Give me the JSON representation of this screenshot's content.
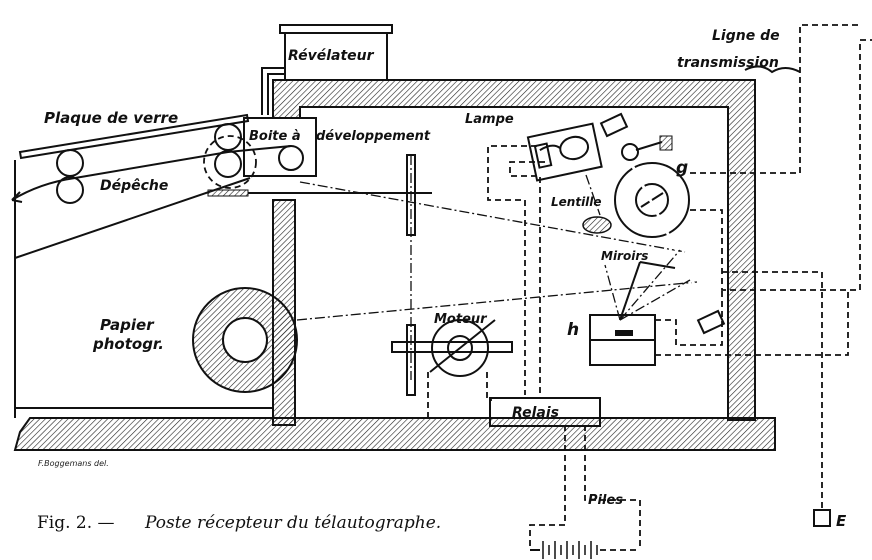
{
  "figure": {
    "caption_prefix": "Fig. 2. —",
    "caption_title": "Poste récepteur du télautographe.",
    "signature": "F.Boggemans del."
  },
  "labels": {
    "revelateur": "Révélateur",
    "ligne_1": "Ligne de",
    "ligne_2": "transmission",
    "plaque": "Plaque de verre",
    "boite": "Boite à",
    "developpement": "développement",
    "depeche": "Dépêche",
    "lampe": "Lampe",
    "lentille": "Lentille",
    "miroirs": "Miroirs",
    "g": "g",
    "h": "h",
    "papier_1": "Papier",
    "papier_2": "photogr.",
    "moteur": "Moteur",
    "relais": "Relais",
    "piles": "Piles",
    "e": "E"
  }
}
